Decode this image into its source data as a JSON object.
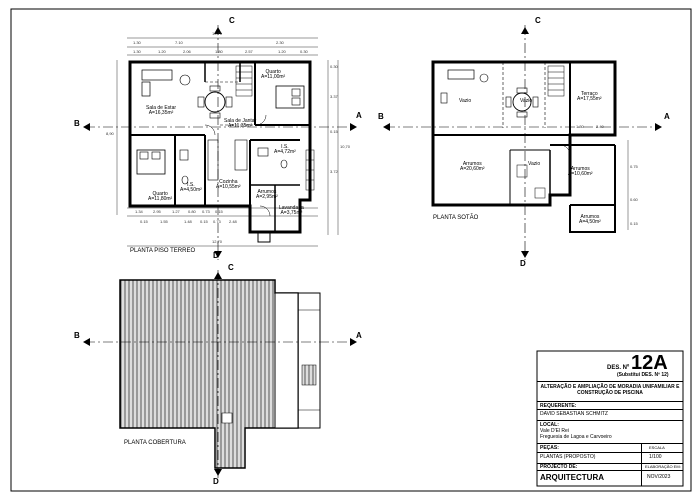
{
  "plans": {
    "ground": {
      "title": "PLANTA PISO TERREO",
      "rooms": [
        {
          "name": "Sala de Estar",
          "area": "A=16,35m²"
        },
        {
          "name": "Quarto",
          "area": "A=11,00m²"
        },
        {
          "name": "Sala de Jantar",
          "area": "A=11,35m²"
        },
        {
          "name": "Quarto",
          "area": "A=11,80m²"
        },
        {
          "name": "I.S.",
          "area": "A=4,50m²"
        },
        {
          "name": "Cozinha",
          "area": "A=10,55m²"
        },
        {
          "name": "I.S.",
          "area": "A=4,72m²"
        },
        {
          "name": "Arrumos",
          "area": "A=2,95m²"
        },
        {
          "name": "Lavandaria",
          "area": "A=3,75m²"
        }
      ],
      "dims_top_total": "10,70",
      "dims_top": [
        "1.30",
        "7.10",
        "2.30"
      ],
      "dims_top2": [
        "1.30",
        "1.20",
        "2.06",
        "1.80",
        "2.57",
        "1.20",
        "0.30"
      ],
      "dims_bottom": [
        "1.34",
        "2.95",
        "1.27",
        "0.80",
        "0.73",
        "0.15"
      ],
      "dims_bottom2": [
        "0.15",
        "1.55",
        "1.48",
        "0.15",
        "0.73",
        "2.48"
      ],
      "dims_bottom_total": "12,70",
      "dims_left_total": "8,90",
      "dims_right_total": "10,70",
      "dims_right": [
        "0.30",
        "3.37",
        "0.15",
        "3.72"
      ]
    },
    "attic": {
      "title": "PLANTA SOTÃO",
      "rooms": [
        {
          "name": "Vazio",
          "area": ""
        },
        {
          "name": "Vazio",
          "area": ""
        },
        {
          "name": "Terraço",
          "area": "A=17,55m²"
        },
        {
          "name": "Arrumos",
          "area": "A=20,60m²"
        },
        {
          "name": "Vazio",
          "area": ""
        },
        {
          "name": "Arrumos",
          "area": "A=10,60m²"
        },
        {
          "name": "Arrumos",
          "area": "A=4,50m²"
        }
      ],
      "dims_terrace": [
        "1.30",
        "2.40"
      ],
      "dims_right": [
        "0.75",
        "0.60",
        "0.15"
      ]
    },
    "roof": {
      "title": "PLANTA COBERTURA"
    }
  },
  "section_marks": {
    "a": "A",
    "b": "B",
    "c": "C",
    "d": "D"
  },
  "title_block": {
    "des_label": "DES. Nº",
    "des_number": "12A",
    "substitui": "(Substitui DES. Nº 12)",
    "project_title": "ALTERAÇÃO E AMPLIAÇÃO DE MORADIA UNIFAMILIAR E CONSTRUÇÃO DE PISCINA",
    "requerente_label": "REQUERENTE:",
    "requerente": "DAVID SEBASTIAN SCHMITZ",
    "local_label": "LOCAL:",
    "local_line1": "Vale D'El Rei",
    "local_line2": "Freguesia de Lagoa e Carvoeiro",
    "pecas_label": "PEÇAS:",
    "escala_label": "ESCALA",
    "pecas": "PLANTAS (PROPOSTO)",
    "escala": "1/100",
    "projeto_label": "PROJECTO DE:",
    "elaboracao_label": "ELABORAÇÃO EM:",
    "projeto": "ARQUITECTURA",
    "data": "NOV/2023"
  }
}
